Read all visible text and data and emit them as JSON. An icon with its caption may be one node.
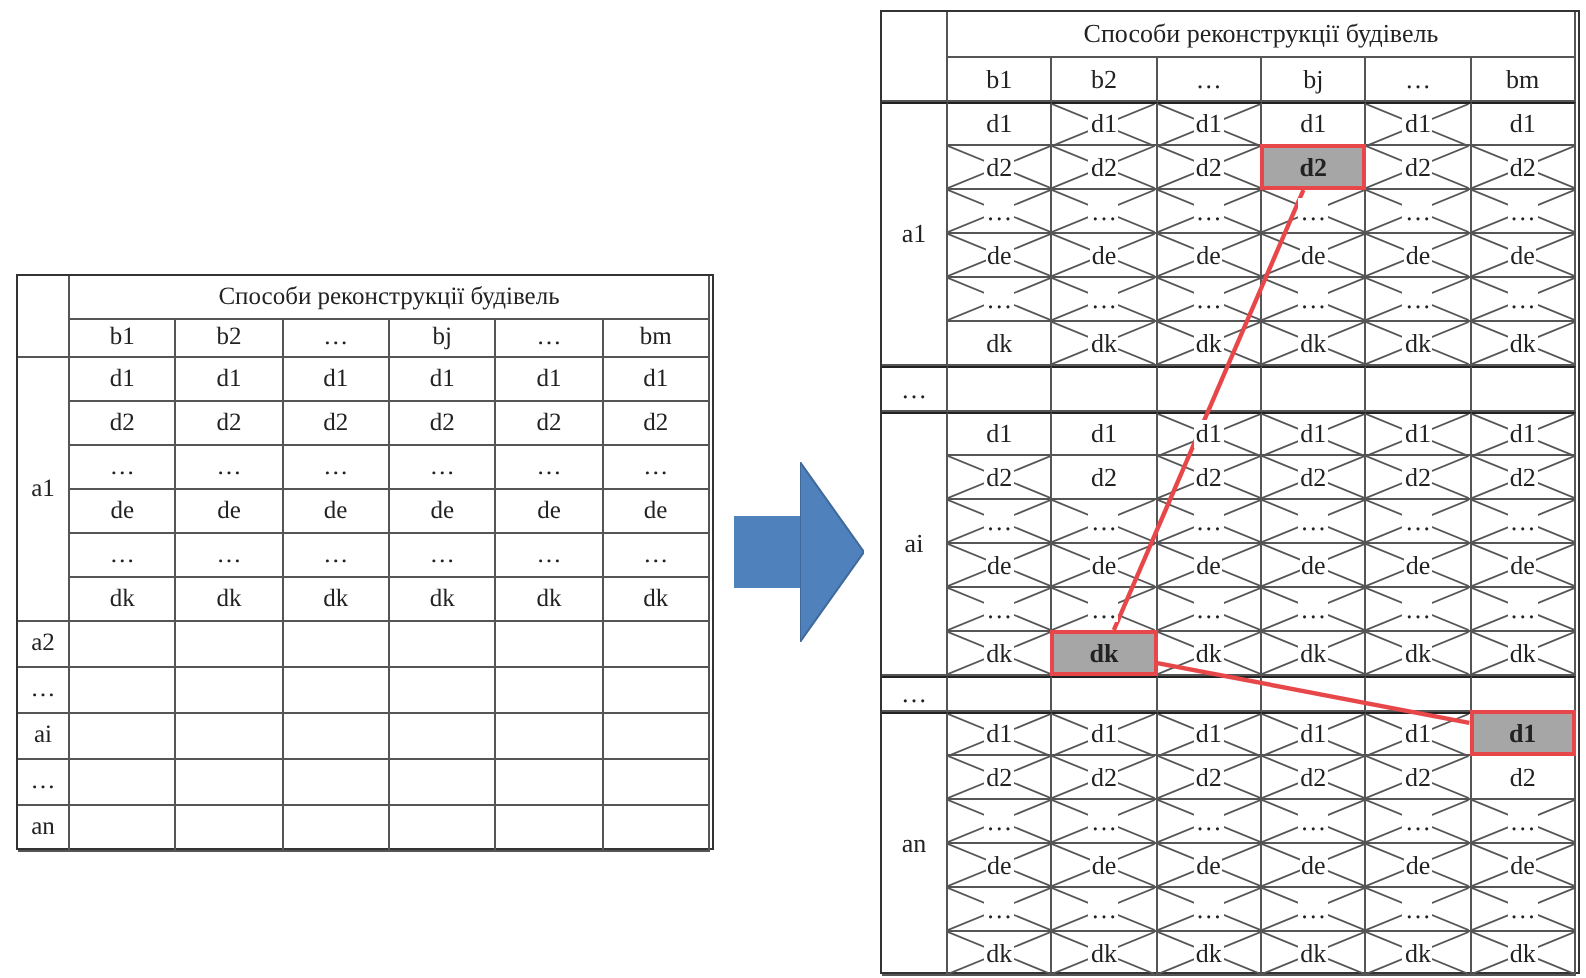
{
  "diagram": {
    "nodes": [
      {
        "text": [
          "Способи реконструкції будівель",
          "b1",
          "b2",
          "…",
          "bj",
          "…",
          "bm",
          "a1",
          "d1",
          "d1",
          "d1",
          "d1",
          "d1",
          "d1",
          "d2",
          "d2",
          "d2",
          "d2",
          "d2",
          "d2",
          "…",
          "…",
          "…",
          "…",
          "…",
          "…",
          "de",
          "de",
          "de",
          "de",
          "de",
          "de",
          "…",
          "…",
          "…",
          "…",
          "…",
          "…",
          "dk",
          "dk",
          "dk",
          "dk",
          "dk",
          "dk",
          "a2",
          "…",
          "ai",
          "…",
          "an"
        ]
      },
      {
        "text": [
          "Способи реконструкції будівель",
          "b1",
          "b2",
          "…",
          "bj",
          "…",
          "bm",
          "a1",
          "d1",
          "d1",
          "d1",
          "d1",
          "d1",
          "d1",
          "d2",
          "d2",
          "d2",
          "d2",
          "d2",
          "…",
          "…",
          "…",
          "…",
          "…",
          "…",
          "de",
          "de",
          "de",
          "de",
          "de",
          "de",
          "…",
          "…",
          "…",
          "…",
          "…",
          "…",
          "dk",
          "dk",
          "dk",
          "dk",
          "dk",
          "dk",
          "…",
          "ai",
          "d1",
          "d1",
          "d1",
          "d1",
          "d1",
          "d1",
          "d2",
          "d2",
          "d2",
          "d2",
          "d2",
          "d2",
          "…",
          "…",
          "…",
          "…",
          "…",
          "…",
          "de",
          "de",
          "de",
          "de",
          "de",
          "de",
          "…",
          "…",
          "…",
          "…",
          "…",
          "…",
          "dk",
          "dk",
          "dk",
          "dk",
          "dk",
          "…",
          "an",
          "d1",
          "d1",
          "d1",
          "d1",
          "d1",
          "d2",
          "d2",
          "d2",
          "d2",
          "d2",
          "d2",
          "…",
          "…",
          "…",
          "…",
          "…",
          "…",
          "de",
          "de",
          "de",
          "de",
          "de",
          "de",
          "…",
          "…",
          "…",
          "…",
          "…",
          "…",
          "dk",
          "dk",
          "dk",
          "dk",
          "dk",
          "dk"
        ]
      },
      {
        "text": [
          "d2"
        ],
        "in": 1
      },
      {
        "text": [
          "dk"
        ],
        "in": 1
      },
      {
        "text": [
          "d1"
        ],
        "in": 1
      }
    ],
    "edges": [
      {
        "from": 0,
        "to": 1,
        "arrow": "to",
        "style": "thick",
        "color": "#4f81bd"
      },
      {
        "from": 2,
        "to": 3,
        "arrow": "none",
        "color": "#e8474a"
      },
      {
        "from": 3,
        "to": 4,
        "arrow": "none",
        "color": "#e8474a"
      }
    ]
  }
}
